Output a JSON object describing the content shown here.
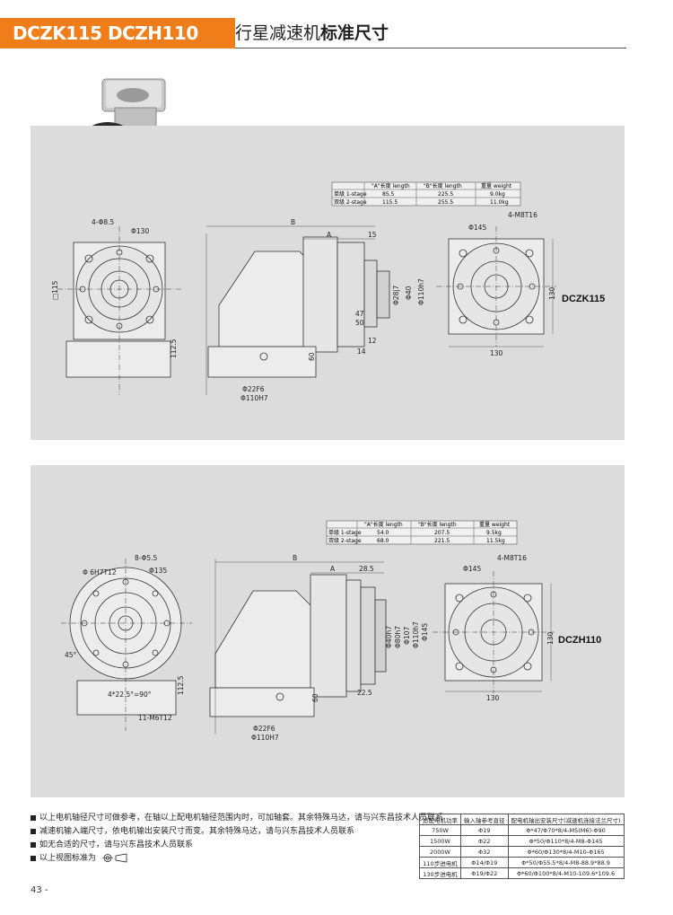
{
  "header": {
    "model_codes": "DCZK115 DCZH110",
    "title_part1": "行星减速机",
    "title_part2": "标准尺寸"
  },
  "panel1": {
    "model_label": "DCZK115",
    "mass_table": {
      "headers": [
        "",
        "\"A\"长度 length",
        "\"B\"长度 length",
        "重量 weight"
      ],
      "rows": [
        [
          "单级 1-stage",
          "85.5",
          "225.5",
          "9.0kg"
        ],
        [
          "双级 2-stage",
          "115.5",
          "255.5",
          "11.0kg"
        ]
      ]
    },
    "dims": {
      "holes": "4-Φ8.5",
      "bolt_circle": "Φ130",
      "square": "□115",
      "height": "112.5",
      "B": "B",
      "A": "A",
      "d15": "15",
      "d28": "Φ28j7",
      "d40": "Φ40",
      "d110": "Φ110h7",
      "d47": "47",
      "d50": "50",
      "d12": "12",
      "d14": "14",
      "d60": "60",
      "d22": "Φ22F6",
      "d110H7": "Φ110H7",
      "right_holes": "4-M8T16",
      "right_pcd": "Φ145",
      "right_h": "130",
      "right_w": "130"
    }
  },
  "panel2": {
    "model_label": "DCZH110",
    "mass_table": {
      "headers": [
        "",
        "\"A\"长度 length",
        "\"B\"长度 length",
        "重量 weight"
      ],
      "rows": [
        [
          "单级 1-stage",
          "54.0",
          "207.5",
          "9.5kg"
        ],
        [
          "双级 2-stage",
          "68.0",
          "221.5",
          "11.5kg"
        ]
      ]
    },
    "dims": {
      "pin": "Φ 6H7T12",
      "holes": "8-Φ5.5",
      "bolt_circle": "Φ135",
      "angle": "45°",
      "angle2": "4*22.5°=90°",
      "tapped": "11-M6T12",
      "height": "112.5",
      "B": "B",
      "A": "A",
      "d28": "28.5",
      "d40": "Φ40h7",
      "d80": "Φ80h7",
      "d107": "Φ107",
      "d110": "Φ110h7",
      "d145": "Φ145",
      "d60": "60",
      "d22_5": "22.5",
      "d22": "Φ22F6",
      "d110H7": "Φ110H7",
      "right_holes": "4-M8T16",
      "right_pcd": "Φ145",
      "right_h": "130",
      "right_w": "130"
    }
  },
  "notes": [
    "以上电机轴径尺寸可做参考，在轴以上配电机轴径范围内时，可加轴套。其余特殊马达，请与兴东昌技术人员联系",
    "减速机输入端尺寸，依电机输出安装尺寸而变。其余特殊马达，请与兴东昌技术人员联系",
    "如无合适的尺寸，请与兴东昌技术人员联系",
    "以上视图标准为"
  ],
  "spec_table": {
    "headers": [
      "适配电机功率",
      "输入轴参考直径",
      "配电机轴出安装尺寸(减速机连接法兰尺寸)"
    ],
    "rows": [
      [
        "750W",
        "Φ19",
        "Φ*47/Φ70*8/4-M5(M6)-Φ90"
      ],
      [
        "1500W",
        "Φ22",
        "Φ*50/Φ110*8/4-M8-Φ145"
      ],
      [
        "2000W",
        "Φ32",
        "Φ*60/Φ130*8/4-M10-Φ165"
      ],
      [
        "110步进电机",
        "Φ14/Φ19",
        "Φ*50/Φ55.5*8/4-M8-88.9*88.9"
      ],
      [
        "130步进电机",
        "Φ19/Φ22",
        "Φ*60/Φ100*8/4-M10-109.6*109.6"
      ]
    ]
  },
  "page_number": "43",
  "colors": {
    "brand_orange": "#ee7d1a",
    "panel_gray": "#dcdcdc"
  }
}
